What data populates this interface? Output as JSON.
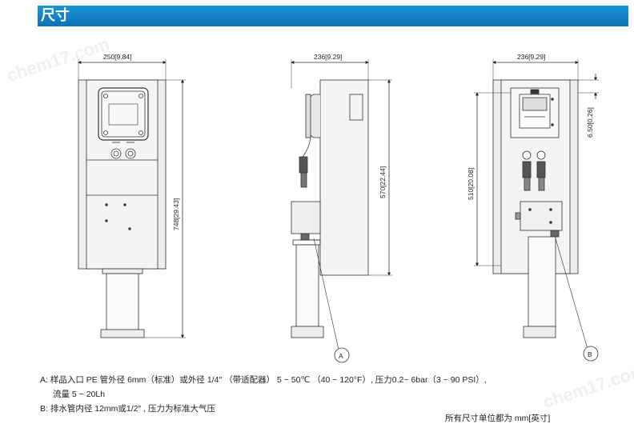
{
  "header": {
    "title": "尺寸"
  },
  "dimensions": {
    "front_width": "250[9.84]",
    "side_width": "236[9.29]",
    "back_width": "236[9.29]",
    "front_height": "748[29.43]",
    "side_height": "570[22.44]",
    "back_height": "510[20.08]",
    "back_top_offset": "6.50[0.26]"
  },
  "callouts": {
    "a": "A",
    "b": "B"
  },
  "notes": {
    "a_line1": "A: 样品入口 PE 管外径 6mm（标准）或外径 1/4″ （带适配器） 5 ~ 50℃ （40 ~ 120°F）, 压力0.2~ 6bar（3 ~ 90 PSI）,",
    "a_line2": "流量 5 ~ 20Lh",
    "b_line": "B: 排水管内径 12mm或1/2″ , 压力为标准大气压",
    "units": "所有尺寸单位都为 mm[英寸]"
  },
  "watermark": "chem17.com",
  "colors": {
    "header": "#0b72b5",
    "panel": "#eeeeee",
    "line": "#222222"
  }
}
